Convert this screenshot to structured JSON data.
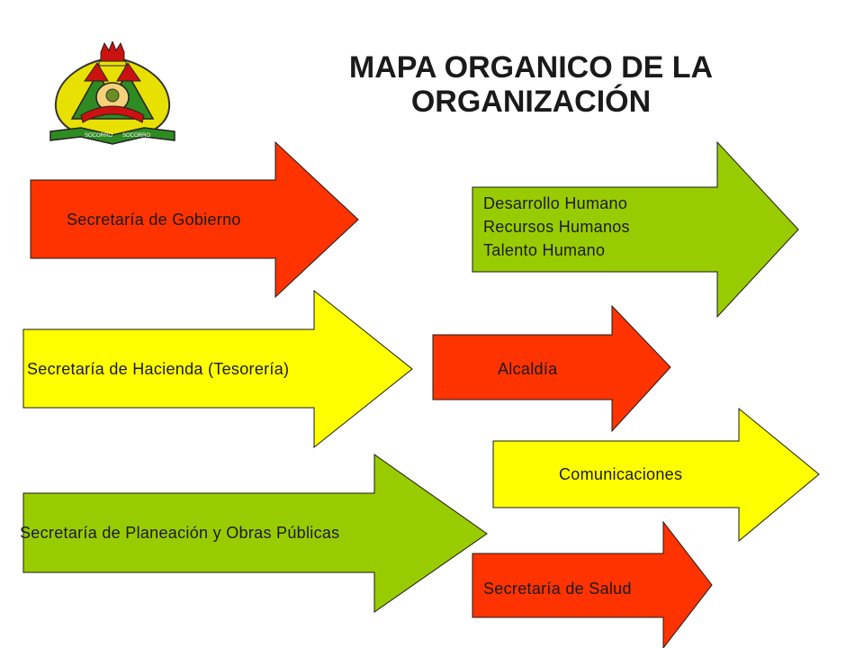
{
  "title": {
    "line1": "MAPA ORGANICO DE LA",
    "line2": "ORGANIZACIÓN"
  },
  "logo": {
    "icon": "municipal-coat-of-arms-icon",
    "text": [
      "SOCORRO",
      "SOCORRO"
    ]
  },
  "colors": {
    "red": "#ff3300",
    "yellow": "#ffff00",
    "green": "#99cc00",
    "outline": "#1a1a1a"
  },
  "boxes": {
    "gobierno": {
      "label": "Secretaría de Gobierno",
      "color": "red"
    },
    "desarrollo": {
      "lines": [
        "Desarrollo Humano",
        "Recursos Humanos",
        "Talento Humano"
      ],
      "color": "green"
    },
    "hacienda": {
      "label": "Secretaría de Hacienda (Tesorería)",
      "color": "yellow"
    },
    "alcaldia": {
      "label": "Alcaldía",
      "color": "red"
    },
    "comunicaciones": {
      "label": "Comunicaciones",
      "color": "yellow"
    },
    "planeacion": {
      "label": "Secretaría de Planeación y Obras Públicas",
      "color": "green"
    },
    "salud": {
      "label": "Secretaría de Salud",
      "color": "red"
    }
  }
}
